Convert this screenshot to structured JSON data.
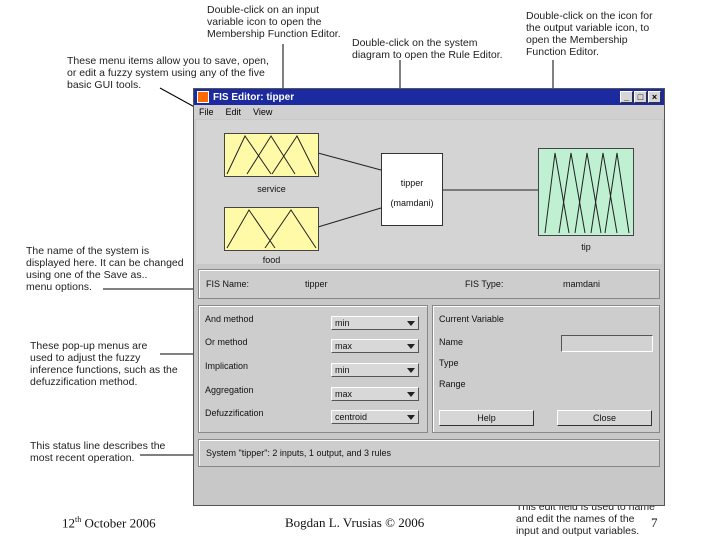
{
  "annotations": {
    "input_mf": "Double-click on an input\nvariable icon to open the\nMembership Function Editor.",
    "system": "Double-click on the system\ndiagram to open the Rule Editor.",
    "output_mf": "Double-click on the icon for\nthe output variable icon, to\nopen the Membership\nFunction Editor.",
    "menu": "These menu items allow you to save, open,\nor edit a fuzzy system using any of the five\nbasic GUI tools.",
    "name": "The name of the system is\ndisplayed here. It can be changed\nusing one of the Save as..\nmenu options.",
    "popups": "These pop-up menus are\nused to adjust the fuzzy\ninference functions, such as the\ndefuzzification method.",
    "status": "This status line describes the\nmost recent operation.",
    "edit": "This edit field is used to name\nand edit the names of the\ninput and output variables."
  },
  "window": {
    "title": "FIS Editor: tipper",
    "menu": [
      "File",
      "Edit",
      "View"
    ],
    "buttons": {
      "minimize": "_",
      "maximize": "□",
      "close": "×"
    }
  },
  "diagram": {
    "inputs": [
      "service",
      "food"
    ],
    "output": "tip",
    "system_name": "tipper",
    "system_type": "(mamdani)"
  },
  "info": {
    "fis_name_label": "FIS Name:",
    "fis_name_value": "tipper",
    "fis_type_label": "FIS Type:",
    "fis_type_value": "mamdani"
  },
  "methods": {
    "and": {
      "label": "And method",
      "value": "min"
    },
    "or": {
      "label": "Or method",
      "value": "max"
    },
    "implication": {
      "label": "Implication",
      "value": "min"
    },
    "aggregation": {
      "label": "Aggregation",
      "value": "max"
    },
    "defuzz": {
      "label": "Defuzzification",
      "value": "centroid"
    }
  },
  "current_variable": {
    "title": "Current Variable",
    "name_label": "Name",
    "type_label": "Type",
    "range_label": "Range"
  },
  "buttons": {
    "help": "Help",
    "close": "Close"
  },
  "status": "System \"tipper\": 2 inputs, 1 output, and 3 rules",
  "footer": {
    "date_day": "12",
    "date_suffix": "th",
    "date_rest": " October 2006",
    "author": "Bogdan L. Vrusias © 2006",
    "page": "7"
  }
}
